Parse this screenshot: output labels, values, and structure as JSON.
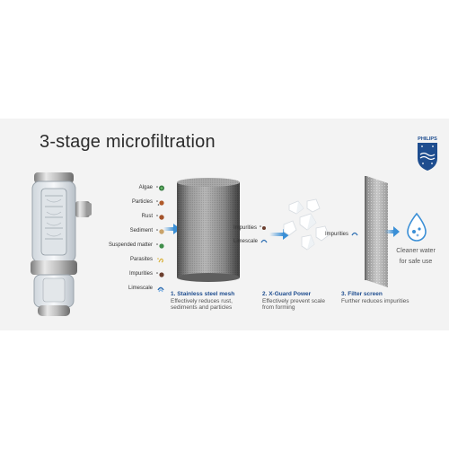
{
  "title": "3-stage microfiltration",
  "brand": "PHILIPS",
  "contaminants": [
    {
      "label": "Algae",
      "icon": "algae-icon"
    },
    {
      "label": "Particles",
      "icon": "particles-icon"
    },
    {
      "label": "Rust",
      "icon": "rust-icon"
    },
    {
      "label": "Sediment",
      "icon": "sediment-icon"
    },
    {
      "label": "Suspended matter",
      "icon": "suspended-matter-icon"
    },
    {
      "label": "Parasites",
      "icon": "parasites-icon"
    },
    {
      "label": "Impurities",
      "icon": "impurities-icon"
    },
    {
      "label": "Limescale",
      "icon": "limescale-icon"
    }
  ],
  "stages": [
    {
      "title": "1. Stainless steel mesh",
      "description": "Effectively reduces rust, sediments and particles"
    },
    {
      "title": "2. X-Guard Power",
      "description": "Effectively prevent scale from forming"
    },
    {
      "title": "3. Filter screen",
      "description": "Further reduces impurities"
    }
  ],
  "stage1_output": {
    "impurities": "Impurities",
    "limescale": "Limescale"
  },
  "stage2_output": {
    "impurities": "Impurities"
  },
  "result": {
    "line1": "Cleaner water",
    "line2": "for safe use"
  },
  "colors": {
    "accent": "#1e4d8f",
    "arrow": "#3a8fd6",
    "panel": "#f3f3f3"
  }
}
